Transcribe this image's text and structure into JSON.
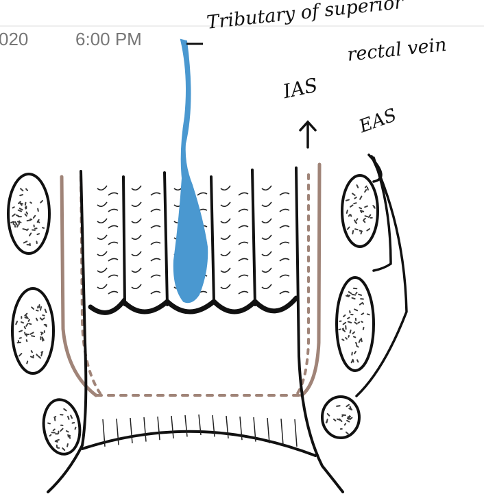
{
  "header": {
    "date_fragment": "020",
    "time": "6:00 PM"
  },
  "labels": {
    "tributary_line1": "Tributary of superior",
    "tributary_line2": "rectal vein",
    "ias": "IAS",
    "eas": "EAS"
  },
  "colors": {
    "vein": "#4a98d0",
    "sphincter_band": "#a08478",
    "ink": "#111111",
    "header_text": "#777777",
    "muscle_stipple": "#3a3a3a"
  }
}
